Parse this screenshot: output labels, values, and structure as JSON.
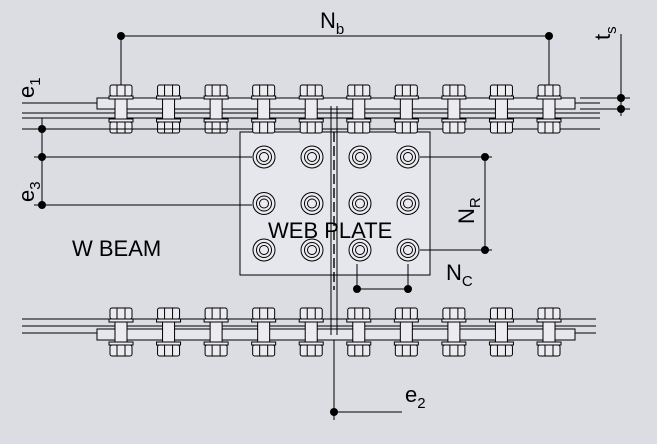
{
  "colors": {
    "background": "#dcdde3",
    "line": "#000000",
    "plate_fill": "#e6e7ec",
    "bolt_fill": "#ececf0"
  },
  "labels": {
    "beam": "W BEAM",
    "web_plate": "WEB PLATE",
    "Nb": {
      "main": "N",
      "sub": "b"
    },
    "ts": {
      "main": "t",
      "sub": "s"
    },
    "e1": {
      "main": "e",
      "sub": "1"
    },
    "e2": {
      "main": "e",
      "sub": "2"
    },
    "e3": {
      "main": "e",
      "sub": "3"
    },
    "NR": {
      "main": "N",
      "sub": "R"
    },
    "NC": {
      "main": "N",
      "sub": "C"
    }
  },
  "flange_bolts": {
    "per_row": 10,
    "rows": 2
  },
  "web_bolts": {
    "rows": 3,
    "columns": 4
  }
}
